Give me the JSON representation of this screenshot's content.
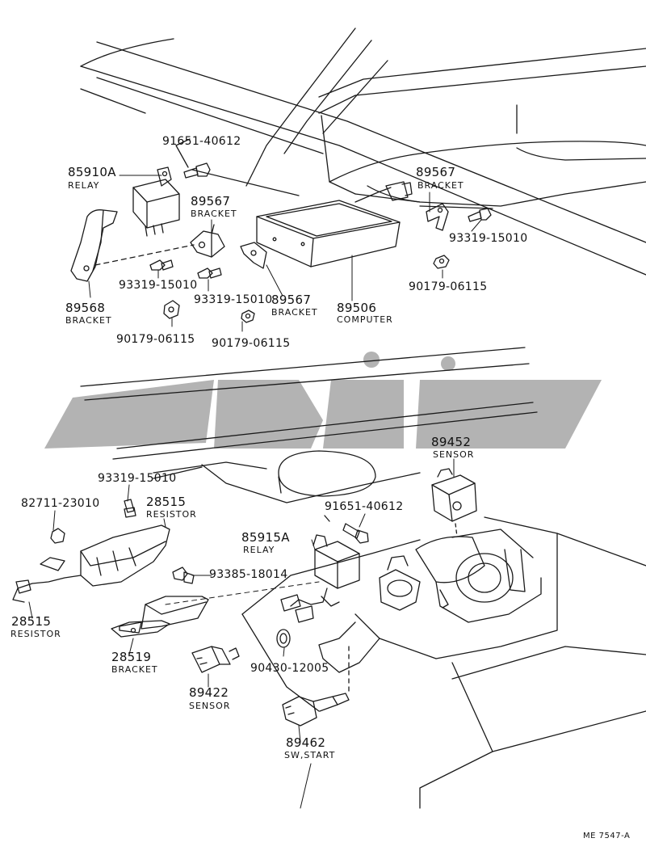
{
  "diagram": {
    "footer_code": "ME 7547-A",
    "colors": {
      "line": "#1a1a1a",
      "watermark": "#b3b3b3",
      "background": "#ffffff"
    },
    "upper_group": {
      "parts": [
        {
          "key": "relay_85910a",
          "number": "85910A",
          "name": "RELAY"
        },
        {
          "key": "bolt_91651_top",
          "number": "91651-40612",
          "name": ""
        },
        {
          "key": "bracket_89567_a",
          "number": "89567",
          "name": "BRACKET"
        },
        {
          "key": "bracket_89567_b",
          "number": "89567",
          "name": "BRACKET"
        },
        {
          "key": "bracket_89567_c",
          "number": "89567",
          "name": "BRACKET"
        },
        {
          "key": "bolt_93319_a",
          "number": "93319-15010",
          "name": ""
        },
        {
          "key": "bolt_93319_b",
          "number": "93319-15010",
          "name": ""
        },
        {
          "key": "bolt_93319_c",
          "number": "93319-15010",
          "name": ""
        },
        {
          "key": "nut_90179_a",
          "number": "90179-06115",
          "name": ""
        },
        {
          "key": "nut_90179_b",
          "number": "90179-06115",
          "name": ""
        },
        {
          "key": "nut_90179_c",
          "number": "90179-06115",
          "name": ""
        },
        {
          "key": "bracket_89568",
          "number": "89568",
          "name": "BRACKET"
        },
        {
          "key": "computer_89506",
          "number": "89506",
          "name": "COMPUTER"
        }
      ]
    },
    "lower_group": {
      "parts": [
        {
          "key": "sensor_89452",
          "number": "89452",
          "name": "SENSOR"
        },
        {
          "key": "bolt_93319_d",
          "number": "93319-15010",
          "name": ""
        },
        {
          "key": "clip_82711",
          "number": "82711-23010",
          "name": ""
        },
        {
          "key": "resistor_28515_a",
          "number": "28515",
          "name": "RESISTOR"
        },
        {
          "key": "bolt_91651_bottom",
          "number": "91651-40612",
          "name": ""
        },
        {
          "key": "relay_85915a",
          "number": "85915A",
          "name": "RELAY"
        },
        {
          "key": "bolt_93385",
          "number": "93385-18014",
          "name": ""
        },
        {
          "key": "resistor_28515_b",
          "number": "28515",
          "name": "RESISTOR"
        },
        {
          "key": "bracket_28519",
          "number": "28519",
          "name": "BRACKET"
        },
        {
          "key": "gasket_90430",
          "number": "90430-12005",
          "name": ""
        },
        {
          "key": "sensor_89422",
          "number": "89422",
          "name": "SENSOR"
        },
        {
          "key": "switch_89462",
          "number": "89462",
          "name": "SW,START"
        }
      ]
    }
  }
}
